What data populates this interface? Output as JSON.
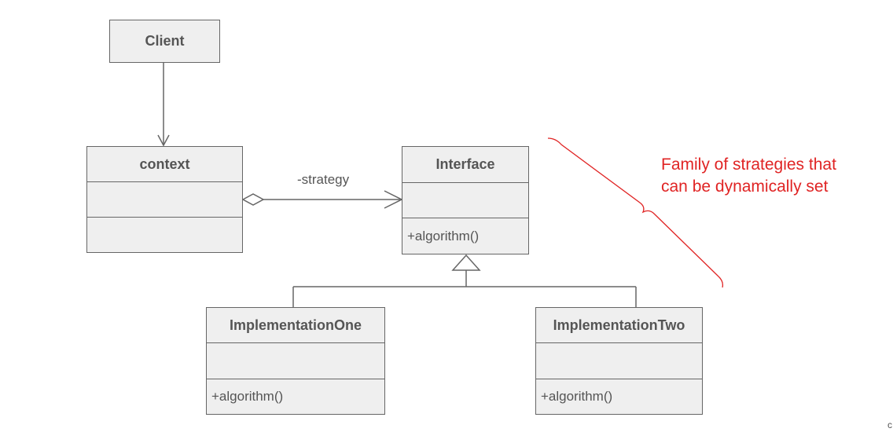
{
  "classes": {
    "client": {
      "name": "Client"
    },
    "context": {
      "name": "context",
      "attributes": "",
      "operations": ""
    },
    "interface": {
      "name": "Interface",
      "attributes": "",
      "operations": "+algorithm()"
    },
    "impl_one": {
      "name": "ImplementationOne",
      "attributes": "",
      "operations": "+algorithm()"
    },
    "impl_two": {
      "name": "ImplementationTwo",
      "attributes": "",
      "operations": "+algorithm()"
    }
  },
  "relations": {
    "aggregation_label": "-strategy"
  },
  "annotation": {
    "line1": "Family of strategies that",
    "line2": "can be dynamically set",
    "color": "#e02424"
  },
  "corner_mark": "c",
  "colors": {
    "class_fill": "#efefef",
    "class_stroke": "#666666",
    "text": "#555555"
  }
}
